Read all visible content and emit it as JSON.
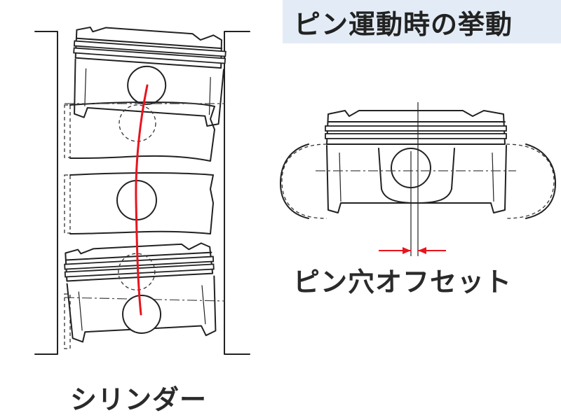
{
  "title": "ピン運動時の挙動",
  "labels": {
    "pin_offset": "ピン穴オフセット",
    "cylinder": "シリンダー"
  },
  "colors": {
    "title_background": "#e3ecf6",
    "trajectory": "#e8141e",
    "offset_arrow": "#e8141e",
    "line": "#222222"
  }
}
